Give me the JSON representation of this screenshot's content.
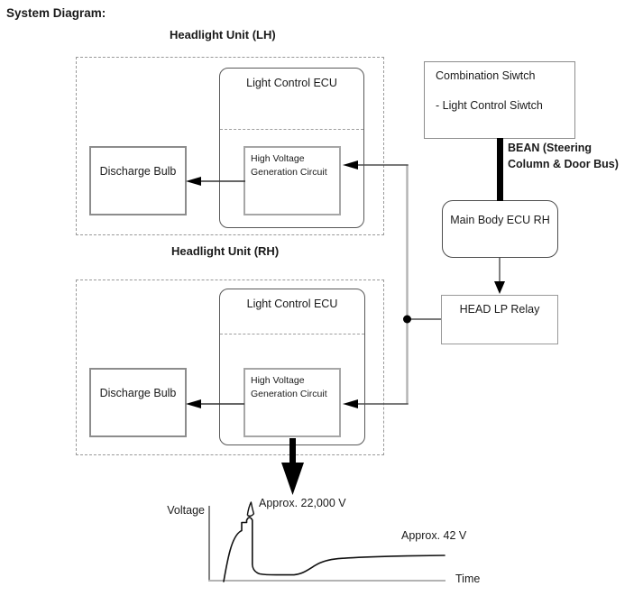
{
  "page": {
    "title": "System Diagram:"
  },
  "headlight_units": {
    "lh": {
      "title": "Headlight Unit (LH)",
      "ecu_label": "Light Control ECU",
      "hvgc_label": "High Voltage\nGeneration Circuit",
      "bulb_label": "Discharge Bulb"
    },
    "rh": {
      "title": "Headlight Unit (RH)",
      "ecu_label": "Light Control ECU",
      "hvgc_label": "High Voltage\nGeneration Circuit",
      "bulb_label": "Discharge Bulb"
    }
  },
  "combination_switch": {
    "title": "Combination Siwtch",
    "item": "- Light Control Siwtch"
  },
  "bean_bus_label": "BEAN (Steering\nColumn & Door Bus)",
  "main_body_ecu_label": "Main Body ECU RH",
  "head_lp_relay_label": "HEAD LP Relay",
  "waveform": {
    "ylabel": "Voltage",
    "xlabel": "Time",
    "peak_label": "Approx. 22,000 V",
    "steady_label": "Approx. 42 V",
    "peak_value_volts": 22000,
    "steady_value_volts": 42
  },
  "colors": {
    "line_dark": "#4d4d4d",
    "line_light": "#b3b3b3",
    "box_border_gray": "#8c8c8c",
    "dashed_border": "#999999",
    "black": "#000000"
  }
}
